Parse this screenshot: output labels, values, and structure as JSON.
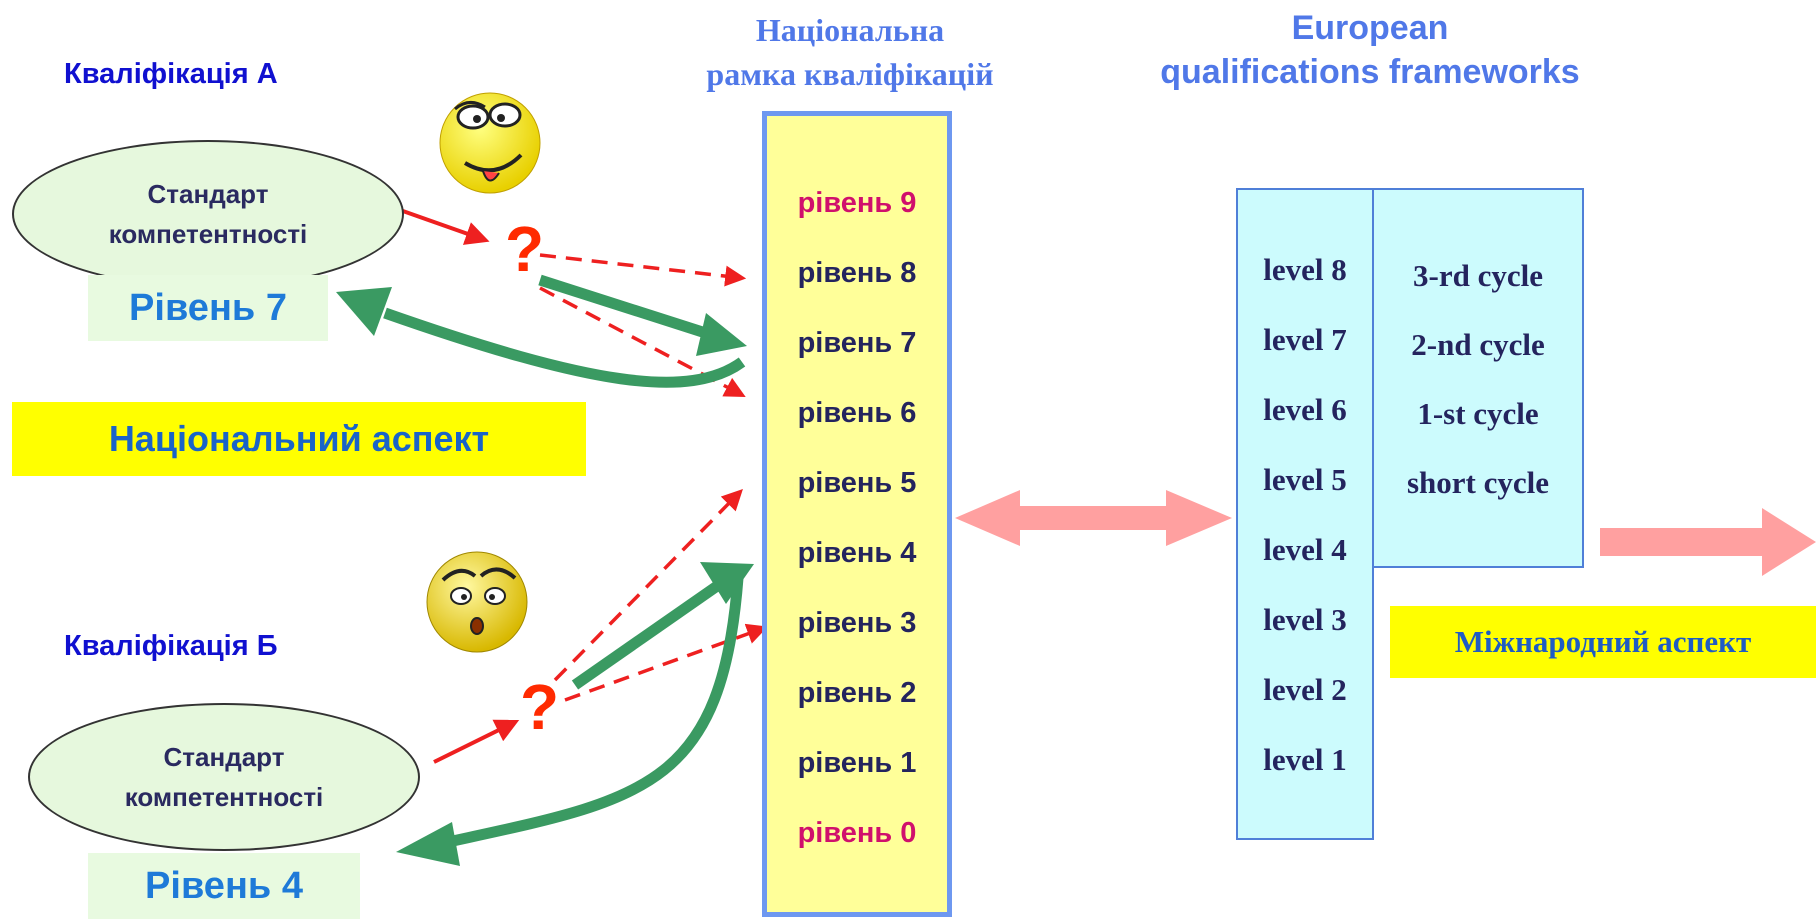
{
  "qualification_a": {
    "title": "Кваліфікація А",
    "standard_line1": "Стандарт",
    "standard_line2": "компетентності",
    "level_label": "Рівень 7"
  },
  "qualification_b": {
    "title": "Кваліфікація Б",
    "standard_line1": "Стандарт",
    "standard_line2": "компетентності",
    "level_label": "Рівень 4"
  },
  "national_aspect": "Національний аспект",
  "international_aspect": "Міжнародний аспект",
  "question_mark": "?",
  "nqf": {
    "title_line1": "Національна",
    "title_line2": "рамка кваліфікацій",
    "levels": [
      "рівень 9",
      "рівень 8",
      "рівень 7",
      "рівень 6",
      "рівень 5",
      "рівень 4",
      "рівень 3",
      "рівень 2",
      "рівень 1",
      "рівень 0"
    ]
  },
  "eqf": {
    "title_line1": "European",
    "title_line2": "qualifications frameworks",
    "levels": [
      "level 8",
      "level 7",
      "level 6",
      "level 5",
      "level 4",
      "level 3",
      "level 2",
      "level 1"
    ],
    "cycles": [
      "3-rd cycle",
      "2-nd cycle",
      "1-st cycle",
      "short cycle"
    ]
  },
  "colors": {
    "connector_green": "#3a9a62",
    "dashed_red": "#ee2020",
    "double_arrow_pink": "#ffa0a0",
    "highlight_yellow": "#ffff00",
    "nqf_fill": "#ffff99",
    "eqf_fill": "#ccfbfd"
  }
}
